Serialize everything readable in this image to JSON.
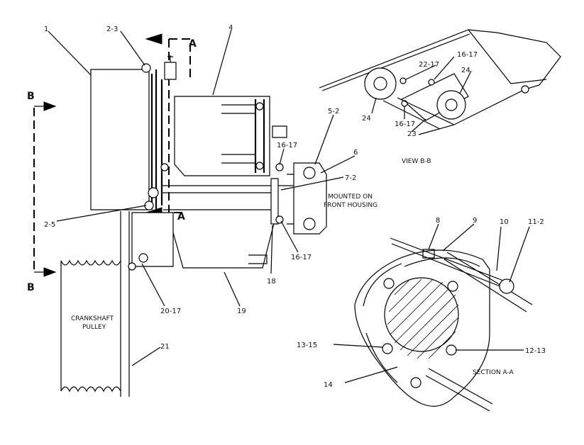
{
  "callouts": {
    "c1": "1",
    "c2_3": "2-3",
    "c4": "4",
    "c5_2": "5-2",
    "c6": "6",
    "c7_2": "7-2",
    "c16_17_a": "16-17",
    "c16_17_b": "16-17",
    "c2_5": "2-5",
    "c18": "18",
    "c19": "19",
    "c20_17": "20-17",
    "c21": "21",
    "c8": "8",
    "c9": "9",
    "c10": "10",
    "c11_2": "11-2",
    "c13_15": "13-15",
    "c12_13": "12-13",
    "c14": "14",
    "v16_17_a": "16-17",
    "v22_17": "22-17",
    "v24_a": "24",
    "v24_b": "24",
    "v16_17_b": "16-17",
    "v23": "23"
  },
  "section_marks": {
    "a_top": "A",
    "a_bottom": "A",
    "b_top": "B",
    "b_bottom": "B"
  },
  "captions": {
    "mounted_1": "MOUNTED ON",
    "mounted_2": "FRONT HOUSING",
    "crank_1": "CRANKSHAFT",
    "crank_2": "PULLEY",
    "view_bb": "VIEW B-B",
    "section_aa": "SECTION A-A"
  }
}
